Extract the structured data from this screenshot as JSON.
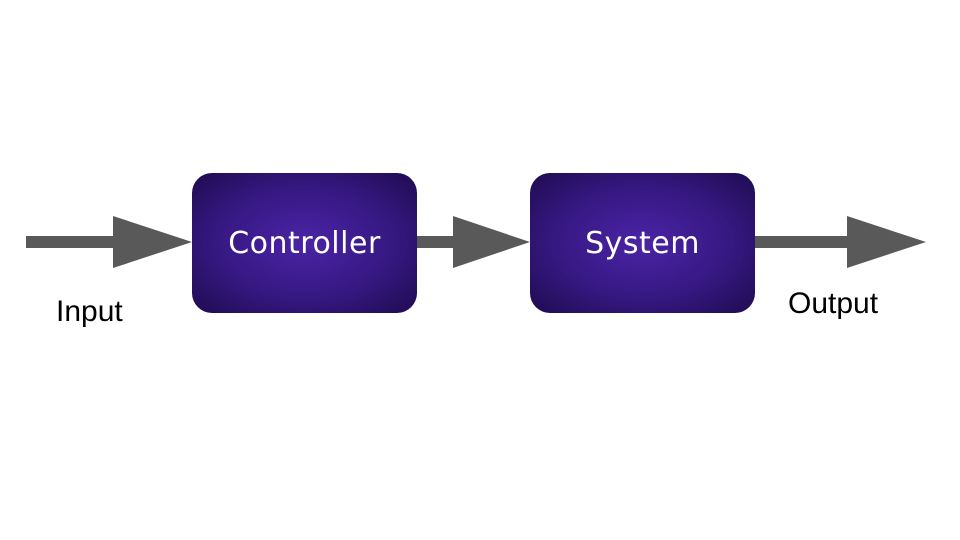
{
  "diagram": {
    "type": "block-diagram",
    "blocks": [
      {
        "id": "controller",
        "label": "Controller"
      },
      {
        "id": "system",
        "label": "System"
      }
    ],
    "signals": {
      "input": "Input",
      "output": "Output"
    },
    "connections": [
      {
        "from": "input",
        "to": "controller"
      },
      {
        "from": "controller",
        "to": "system"
      },
      {
        "from": "system",
        "to": "output"
      }
    ]
  },
  "colors": {
    "block_fill_center": "#4b24a6",
    "block_fill_edge": "#1f0b4f",
    "arrow": "#595959",
    "block_text": "#ffffff",
    "label_text": "#000000"
  }
}
